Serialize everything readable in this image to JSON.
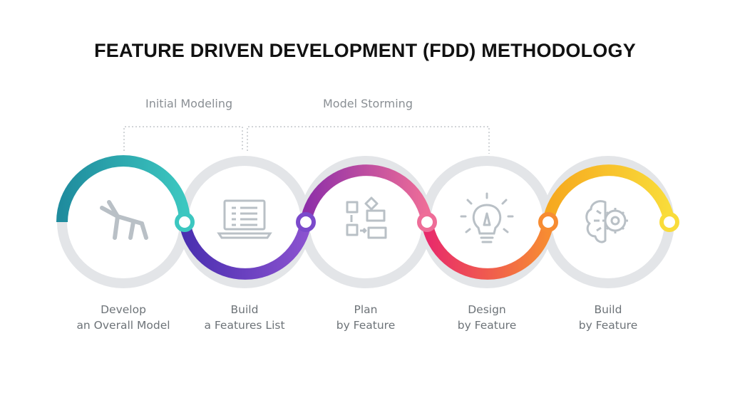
{
  "title": "FEATURE DRIVEN DEVELOPMENT (FDD) METHODOLOGY",
  "phases": [
    {
      "label": "Initial Modeling"
    },
    {
      "label": "Model Storming"
    }
  ],
  "steps": [
    {
      "line1": "Develop",
      "line2": "an Overall Model",
      "icon": "model-figure-icon",
      "color": "#2bbfc0"
    },
    {
      "line1": "Build",
      "line2": "a Features List",
      "icon": "laptop-list-icon",
      "color": "#6a3fc4"
    },
    {
      "line1": "Plan",
      "line2": "by Feature",
      "icon": "plan-blocks-icon",
      "color": "#c23b9c"
    },
    {
      "line1": "Design",
      "line2": "by Feature",
      "icon": "lightbulb-icon",
      "color": "#f0306a"
    },
    {
      "line1": "Build",
      "line2": "by Feature",
      "icon": "brain-gear-icon",
      "color": "#f7c91f"
    }
  ],
  "colors": {
    "ring_gray": "#e3e5e8",
    "icon_gray": "#b9c0c6",
    "bracket_gray": "#c3c7cb"
  }
}
